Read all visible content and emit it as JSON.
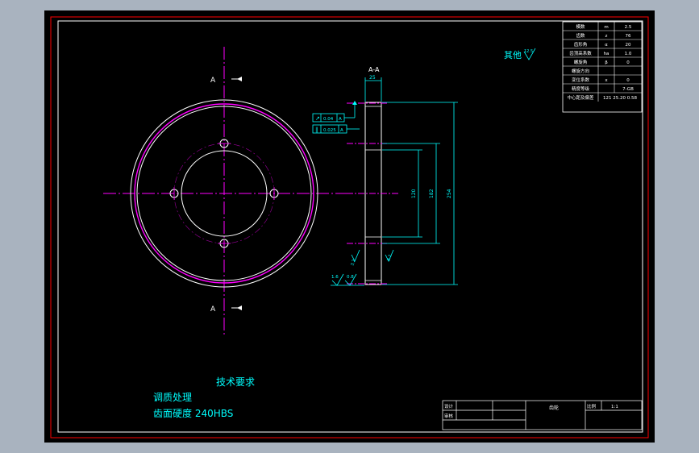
{
  "section": {
    "marker_top": "A",
    "marker_bottom": "A",
    "view_label": "A-A"
  },
  "dims": {
    "width_top": "25",
    "d_inner": "120",
    "d_mid": "182",
    "d_outer": "254"
  },
  "tolerances": {
    "runout": "0.04",
    "parallel": "0.025",
    "datum": "A",
    "rough_left": "1.6",
    "rough_right": "0.8",
    "rough_face_a": "3.2",
    "rough_face_b": "3.2"
  },
  "roughness_note": {
    "text": "其他",
    "value": "12.5"
  },
  "param_table": {
    "rows": [
      {
        "label": "模数",
        "sym": "m",
        "val": "2.5"
      },
      {
        "label": "齿数",
        "sym": "z",
        "val": "76"
      },
      {
        "label": "齿形角",
        "sym": "α",
        "val": "20"
      },
      {
        "label": "齿顶高系数",
        "sym": "ha",
        "val": "1.0"
      },
      {
        "label": "螺旋角",
        "sym": "β",
        "val": "0"
      },
      {
        "label": "螺旋方向",
        "sym": "",
        "val": ""
      },
      {
        "label": "变位系数",
        "sym": "x",
        "val": "0"
      },
      {
        "label": "精度等级",
        "sym": "",
        "val": "7-GB"
      },
      {
        "label": "中心距及偏差",
        "sym": "",
        "val": "121  25.20  0.58"
      }
    ]
  },
  "tech_req": {
    "title": "技术要求",
    "line1": "调质处理",
    "line2": "齿面硬度 240HBS"
  },
  "title_block": {
    "lbl_drawn": "设计",
    "lbl_checked": "审核",
    "part_name": "齿轮",
    "lbl_scale": "比例",
    "scale_val": "1:1"
  }
}
